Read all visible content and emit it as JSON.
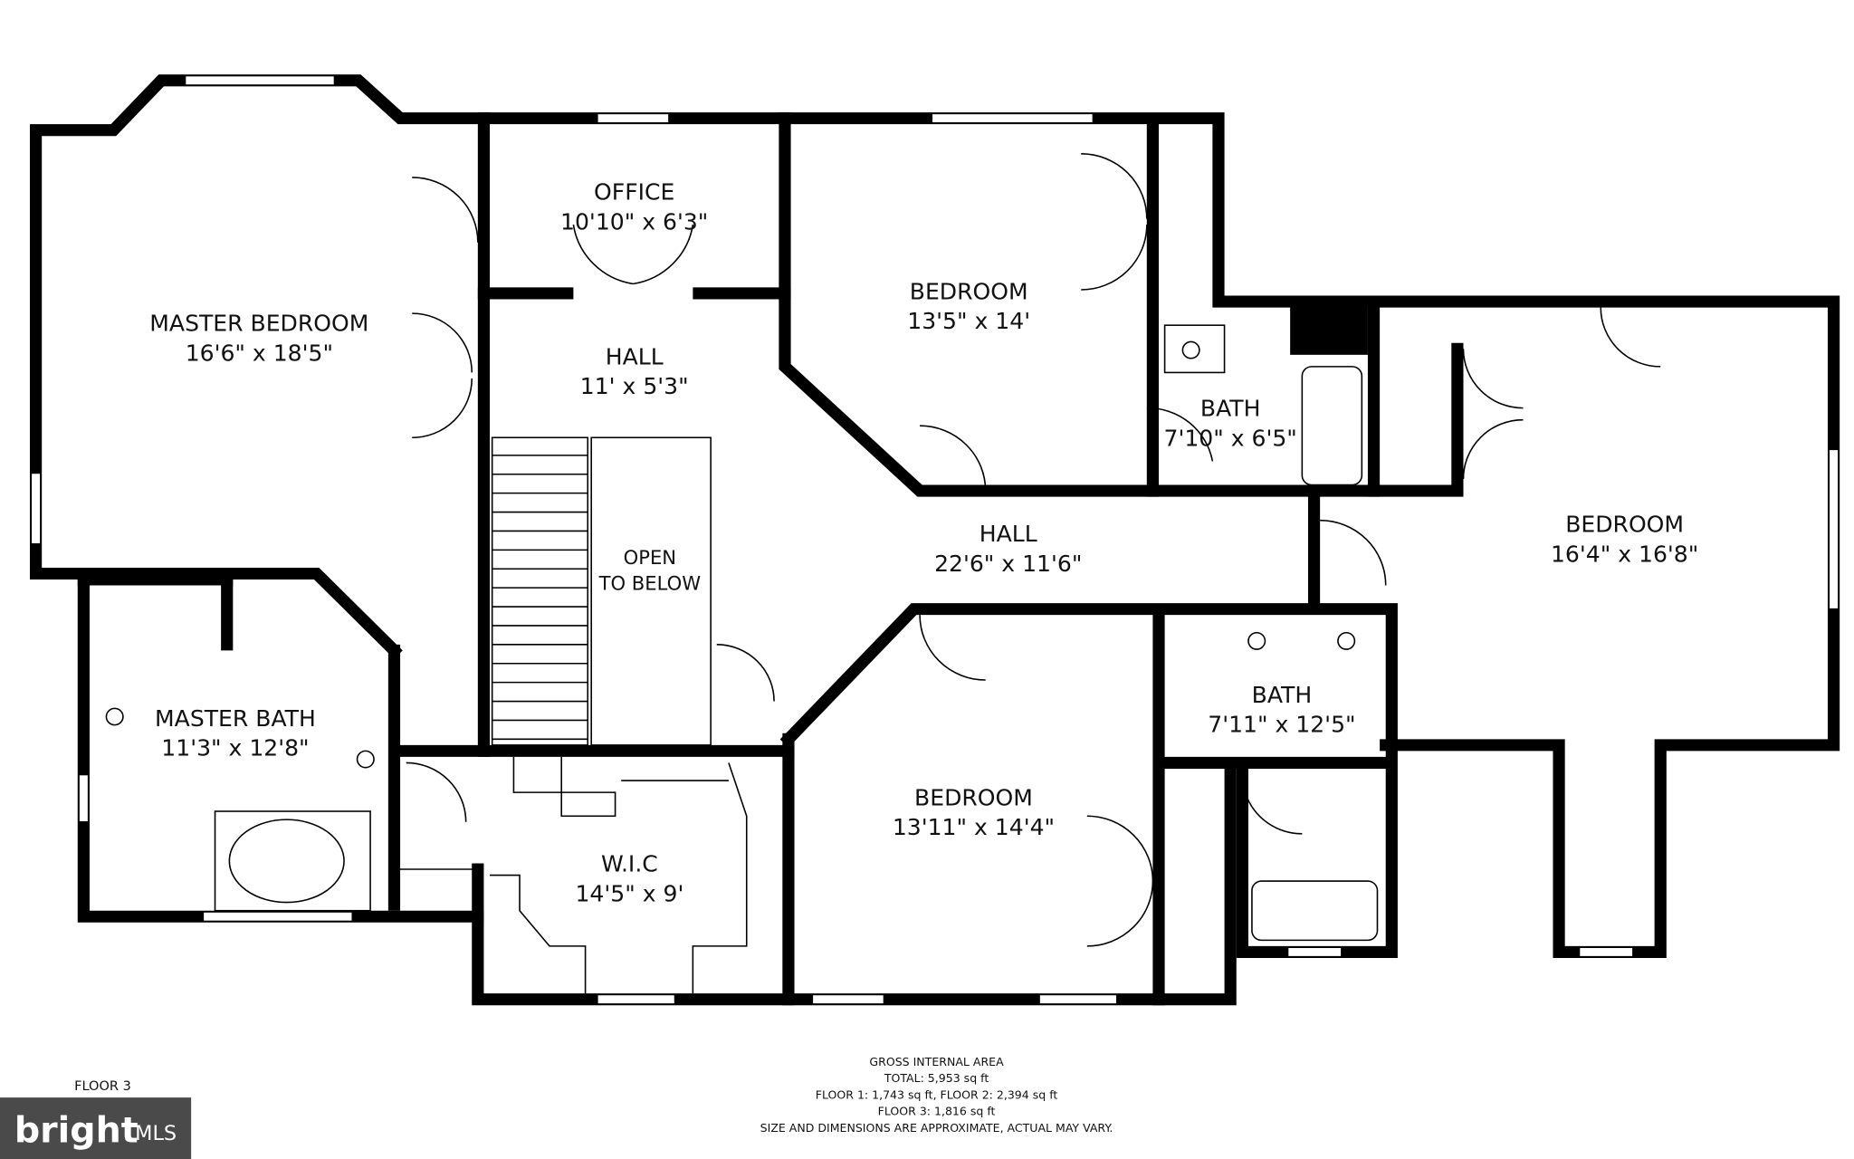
{
  "rooms": [
    {
      "name": "MASTER BEDROOM",
      "dims": "16'6\" x 18'5\""
    },
    {
      "name": "OFFICE",
      "dims": "10'10\" x 6'3\""
    },
    {
      "name": "HALL",
      "dims": "11' x 5'3\""
    },
    {
      "name": "BEDROOM",
      "dims": "13'5\" x 14'"
    },
    {
      "name": "BATH",
      "dims": "7'10\" x 6'5\""
    },
    {
      "name": "BEDROOM",
      "dims": "16'4\" x 16'8\""
    },
    {
      "name": "HALL",
      "dims": "22'6\" x 11'6\""
    },
    {
      "name": "OPEN",
      "dims": "TO BELOW"
    },
    {
      "name": "MASTER BATH",
      "dims": "11'3\" x 12'8\""
    },
    {
      "name": "W.I.C",
      "dims": "14'5\" x 9'"
    },
    {
      "name": "BEDROOM",
      "dims": "13'11\" x 14'4\""
    },
    {
      "name": "BATH",
      "dims": "7'11\" x 12'5\""
    }
  ],
  "floor_label": "FLOOR 3",
  "area_notes": [
    "GROSS INTERNAL AREA",
    "TOTAL: 5,953 sq ft",
    "FLOOR 1: 1,743 sq ft, FLOOR 2: 2,394 sq ft",
    "FLOOR 3: 1,816 sq ft",
    "SIZE AND DIMENSIONS ARE APPROXIMATE, ACTUAL MAY VARY."
  ],
  "logo": {
    "text": "bright MLS",
    "bg": "#4a4a4a"
  }
}
